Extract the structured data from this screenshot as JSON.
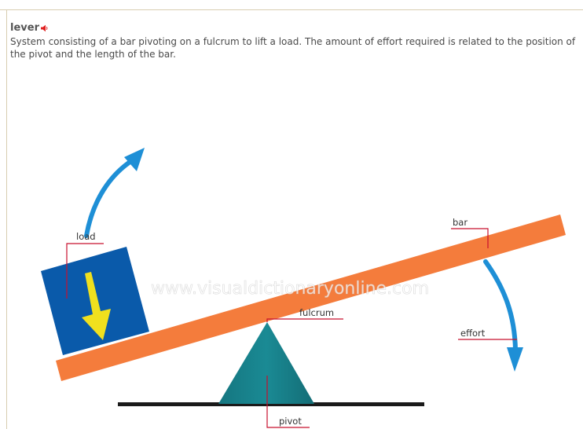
{
  "entry": {
    "term": "lever",
    "definition": "System consisting of a bar pivoting on a fulcrum to lift a load. The amount of effort required is related to the position of the pivot and the length of the bar.",
    "audio_icon": "speaker-icon"
  },
  "illustration": {
    "watermark": "www.visualdictionaryonline.com",
    "labels": {
      "load": "load",
      "bar": "bar",
      "fulcrum": "fulcrum",
      "effort": "effort",
      "pivot": "pivot"
    },
    "colors": {
      "bar": "#f47c3c",
      "load": "#0a5aaa",
      "load_arrow": "#f0e01e",
      "fulcrum": "#1a8a94",
      "base": "#1a1a1a",
      "motion_arrow": "#1e8fd6",
      "leader_line": "#c8102e",
      "accent": "#e02020"
    }
  }
}
